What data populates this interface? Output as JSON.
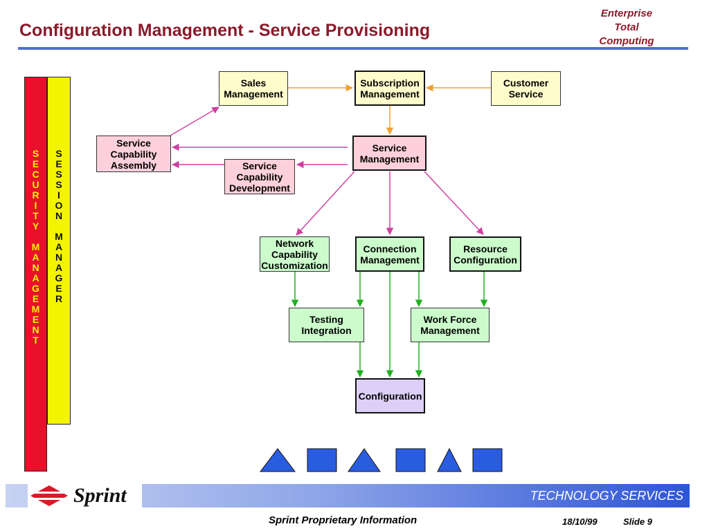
{
  "title": "Configuration Management - Service Provisioning",
  "brand": {
    "line1": "Enterprise",
    "line2": "Total",
    "line3": "Computing"
  },
  "side_bars": {
    "security": "SECURITY MANAGEMENT",
    "session": "SESSION MANAGER",
    "security_color": "#e8102a",
    "session_color": "#f4f400"
  },
  "nodes": {
    "sales_management": "Sales Management",
    "subscription_management": "Subscription Management",
    "customer_service": "Customer Service",
    "service_capability_assembly": "Service Capability Assembly",
    "service_capability_development": "Service Capability Development",
    "service_management": "Service Management",
    "network_capability_customization": "Network Capability Customization",
    "connection_management": "Connection Management",
    "resource_configuration": "Resource Configuration",
    "testing_integration": "Testing Integration",
    "work_force_management": "Work Force Management",
    "configuration": "Configuration"
  },
  "arrow_colors": {
    "orange": "#f0a030",
    "magenta": "#d040a0",
    "green": "#20b020"
  },
  "legend_shapes": [
    "triangle",
    "square",
    "triangle",
    "square",
    "triangle",
    "square"
  ],
  "footer": {
    "logo": "Sprint",
    "tech_services": "TECHNOLOGY SERVICES",
    "info": "Sprint Proprietary Information",
    "date": "18/10/99",
    "slide": "Slide 9"
  }
}
